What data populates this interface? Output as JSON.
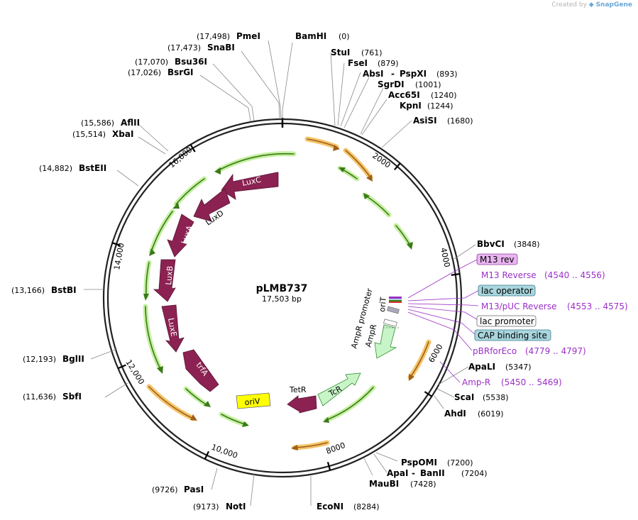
{
  "credit": {
    "prefix": "Created by",
    "brand": "SnapGene"
  },
  "plasmid": {
    "name": "pLMB737",
    "length_label": "17,503 bp",
    "length": 17503
  },
  "ticks": [
    "2000",
    "4000",
    "6000",
    "8000",
    "10,000",
    "12,000",
    "14,000",
    "16,000"
  ],
  "sites": [
    {
      "name": "PmeI",
      "pos": "(17,498)"
    },
    {
      "name": "SnaBI",
      "pos": "(17,473)"
    },
    {
      "name": "Bsu36I",
      "pos": "(17,070)"
    },
    {
      "name": "BsrGI",
      "pos": "(17,026)"
    },
    {
      "name": "AflII",
      "pos": "(15,586)"
    },
    {
      "name": "XbaI",
      "pos": "(15,514)"
    },
    {
      "name": "BstEII",
      "pos": "(14,882)"
    },
    {
      "name": "BstBI",
      "pos": "(13,166)"
    },
    {
      "name": "BglII",
      "pos": "(12,193)"
    },
    {
      "name": "SbfI",
      "pos": "(11,636)"
    },
    {
      "name": "PasI",
      "pos": "(9726)"
    },
    {
      "name": "NotI",
      "pos": "(9173)"
    },
    {
      "name": "EcoNI",
      "pos": "(8284)"
    },
    {
      "name": "MauBI",
      "pos": "(7428)"
    },
    {
      "name": "ApaI",
      "name2": "BanII",
      "pos": "(7204)"
    },
    {
      "name": "PspOMI",
      "pos": "(7200)"
    },
    {
      "name": "AhdI",
      "pos": "(6019)"
    },
    {
      "name": "ScaI",
      "pos": "(5538)"
    },
    {
      "name": "ApaLI",
      "pos": "(5347)"
    },
    {
      "name": "BbvCI",
      "pos": "(3848)"
    },
    {
      "name": "AsiSI",
      "pos": "(1680)"
    },
    {
      "name": "KpnI",
      "pos": "(1244)"
    },
    {
      "name": "Acc65I",
      "pos": "(1240)"
    },
    {
      "name": "SgrDI",
      "pos": "(1001)"
    },
    {
      "name": "AbsI",
      "name2": "PspXI",
      "pos": "(893)"
    },
    {
      "name": "FseI",
      "pos": "(879)"
    },
    {
      "name": "StuI",
      "pos": "(761)"
    },
    {
      "name": "BamHI",
      "pos": "(0)"
    }
  ],
  "features": [
    {
      "label": "M13 rev",
      "style": "box-pink"
    },
    {
      "label": "M13 Reverse",
      "range": "(4540 .. 4556)",
      "style": "text"
    },
    {
      "label": "lac operator",
      "style": "box-teal"
    },
    {
      "label": "M13/pUC Reverse",
      "range": "(4553 .. 4575)",
      "style": "text"
    },
    {
      "label": "lac promoter",
      "style": "box-white"
    },
    {
      "label": "CAP binding site",
      "style": "box-teal"
    },
    {
      "label": "pBRforEco",
      "range": "(4779 .. 4797)",
      "style": "text"
    },
    {
      "label": "Amp-R",
      "range": "(5450 .. 5469)",
      "style": "text"
    }
  ],
  "genes": {
    "luxC": "LuxC",
    "luxD": "LuxD",
    "luxA": "LuxA",
    "luxB": "LuxB",
    "luxE": "LuxE",
    "trfA": "trfA",
    "tetR": "TetR",
    "tcR": "TcR",
    "oriV": "oriV",
    "ampR": "AmpR",
    "ampR_promoter": "AmpR promoter",
    "oriT": "oriT"
  },
  "colors": {
    "gene": "#8b2252",
    "gene_light": "#c8f5c8",
    "gene_light_stroke": "#2f8f2f",
    "primer_green": "#3a7a1a",
    "primer_green_glow": "#c6f0a0",
    "primer_orange": "#a0601a",
    "primer_orange_glow": "#f5c46a",
    "feature_purple": "#9b2fc8",
    "oriV": "#ffff00",
    "box_pink": "#e9b4f0",
    "box_teal": "#a9d6de"
  }
}
